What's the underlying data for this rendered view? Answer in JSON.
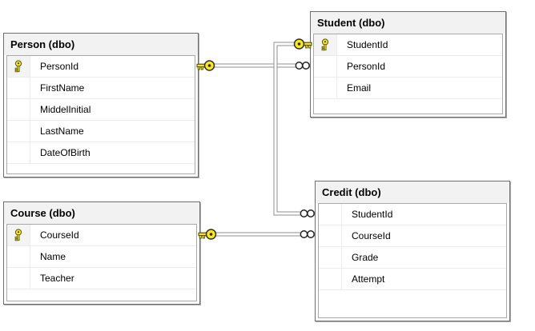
{
  "diagram": {
    "tables": [
      {
        "title": "Person (dbo)",
        "fields": [
          {
            "name": "PersonId",
            "primary_key": true
          },
          {
            "name": "FirstName",
            "primary_key": false
          },
          {
            "name": "MiddelInitial",
            "primary_key": false
          },
          {
            "name": "LastName",
            "primary_key": false
          },
          {
            "name": "DateOfBirth",
            "primary_key": false
          }
        ]
      },
      {
        "title": "Student (dbo)",
        "fields": [
          {
            "name": "StudentId",
            "primary_key": true
          },
          {
            "name": "PersonId",
            "primary_key": false
          },
          {
            "name": "Email",
            "primary_key": false
          }
        ]
      },
      {
        "title": "Course (dbo)",
        "fields": [
          {
            "name": "CourseId",
            "primary_key": true
          },
          {
            "name": "Name",
            "primary_key": false
          },
          {
            "name": "Teacher",
            "primary_key": false
          }
        ]
      },
      {
        "title": "Credit (dbo)",
        "fields": [
          {
            "name": "StudentId",
            "primary_key": false
          },
          {
            "name": "CourseId",
            "primary_key": false
          },
          {
            "name": "Grade",
            "primary_key": false
          },
          {
            "name": "Attempt",
            "primary_key": false
          }
        ]
      }
    ],
    "relationships": [
      {
        "one_side": "Person",
        "many_side": "Student",
        "one_symbol": "key",
        "many_symbol": "infinity"
      },
      {
        "one_side": "Student",
        "many_side": "Credit",
        "one_symbol": "key",
        "many_symbol": "infinity"
      },
      {
        "one_side": "Course",
        "many_side": "Credit",
        "one_symbol": "key",
        "many_symbol": "infinity"
      }
    ],
    "colors": {
      "key_yellow": "#ffe81a",
      "connector_gray": "#8f8f8f",
      "table_border": "#6f6f6f",
      "grid_border": "#a9a9a9",
      "row_divider": "#ececec",
      "header_bg": "#f2f2f2"
    }
  }
}
